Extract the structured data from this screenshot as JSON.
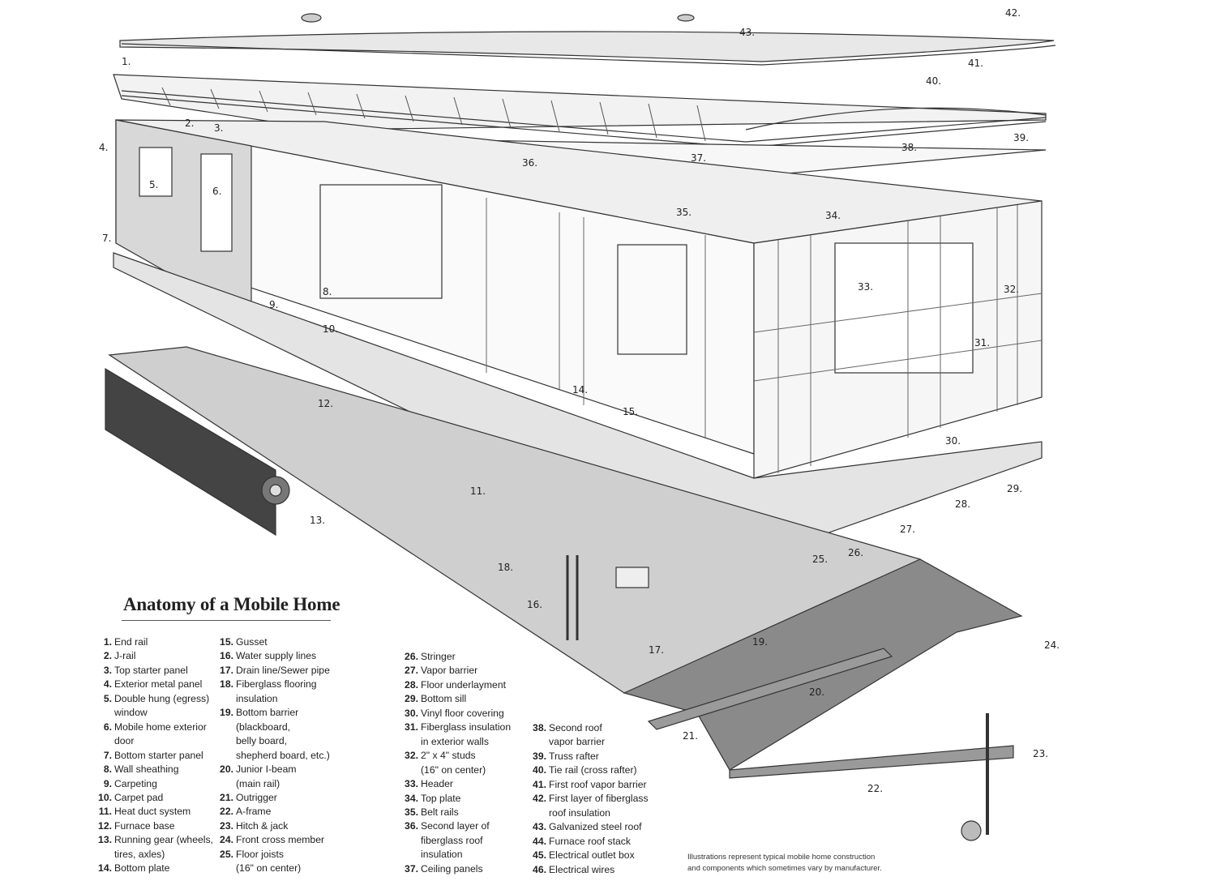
{
  "legend": {
    "title": "Anatomy of a Mobile Home",
    "columns": [
      [
        {
          "n": "1.",
          "t": "End rail"
        },
        {
          "n": "2.",
          "t": "J-rail"
        },
        {
          "n": "3.",
          "t": "Top starter panel"
        },
        {
          "n": "4.",
          "t": "Exterior metal panel"
        },
        {
          "n": "5.",
          "t": "Double hung (egress)\nwindow"
        },
        {
          "n": "6.",
          "t": "Mobile home exterior\ndoor"
        },
        {
          "n": "7.",
          "t": "Bottom starter panel"
        },
        {
          "n": "8.",
          "t": "Wall sheathing"
        },
        {
          "n": "9.",
          "t": "Carpeting"
        },
        {
          "n": "10.",
          "t": "Carpet pad"
        },
        {
          "n": "11.",
          "t": "Heat duct system"
        },
        {
          "n": "12.",
          "t": "Furnace base"
        },
        {
          "n": "13.",
          "t": "Running gear (wheels,\ntires, axles)"
        },
        {
          "n": "14.",
          "t": "Bottom plate"
        }
      ],
      [
        {
          "n": "15.",
          "t": "Gusset"
        },
        {
          "n": "16.",
          "t": "Water supply lines"
        },
        {
          "n": "17.",
          "t": "Drain line/Sewer pipe"
        },
        {
          "n": "18.",
          "t": "Fiberglass flooring\ninsulation"
        },
        {
          "n": "19.",
          "t": "Bottom barrier\n(blackboard,\nbelly board,\nshepherd board, etc.)"
        },
        {
          "n": "20.",
          "t": "Junior I-beam\n(main rail)"
        },
        {
          "n": "21.",
          "t": "Outrigger"
        },
        {
          "n": "22.",
          "t": "A-frame"
        },
        {
          "n": "23.",
          "t": "Hitch & jack"
        },
        {
          "n": "24.",
          "t": "Front cross member"
        },
        {
          "n": "25.",
          "t": "Floor joists\n(16\" on center)"
        }
      ],
      [
        {
          "n": "26.",
          "t": "Stringer"
        },
        {
          "n": "27.",
          "t": "Vapor barrier"
        },
        {
          "n": "28.",
          "t": "Floor underlayment"
        },
        {
          "n": "29.",
          "t": "Bottom sill"
        },
        {
          "n": "30.",
          "t": "Vinyl floor covering"
        },
        {
          "n": "31.",
          "t": "Fiberglass insulation\nin exterior walls"
        },
        {
          "n": "32.",
          "t": "2\" x 4\" studs\n(16\" on center)"
        },
        {
          "n": "33.",
          "t": "Header"
        },
        {
          "n": "34.",
          "t": "Top plate"
        },
        {
          "n": "35.",
          "t": "Belt rails"
        },
        {
          "n": "36.",
          "t": "Second layer of\nfiberglass roof\ninsulation"
        },
        {
          "n": "37.",
          "t": "Ceiling panels"
        }
      ],
      [
        {
          "n": "38.",
          "t": "Second roof\nvapor barrier"
        },
        {
          "n": "39.",
          "t": "Truss rafter"
        },
        {
          "n": "40.",
          "t": "Tie rail (cross rafter)"
        },
        {
          "n": "41.",
          "t": "First roof vapor barrier"
        },
        {
          "n": "42.",
          "t": "First layer of fiberglass\nroof insulation"
        },
        {
          "n": "43.",
          "t": "Galvanized steel roof"
        },
        {
          "n": "44.",
          "t": "Furnace roof stack"
        },
        {
          "n": "45.",
          "t": "Electrical outlet box"
        },
        {
          "n": "46.",
          "t": "Electrical wires"
        }
      ]
    ]
  },
  "note": "Illustrations represent typical mobile home construction\nand components which sometimes vary by manufacturer.",
  "callouts": [
    "1.",
    "2.",
    "3.",
    "4.",
    "5.",
    "6.",
    "7.",
    "8.",
    "9.",
    "10.",
    "11.",
    "12.",
    "13.",
    "14.",
    "15.",
    "16.",
    "17.",
    "18.",
    "19.",
    "20.",
    "21.",
    "22.",
    "23.",
    "24.",
    "25.",
    "26.",
    "27.",
    "28.",
    "29.",
    "30.",
    "31.",
    "32.",
    "33.",
    "34.",
    "35.",
    "36.",
    "37.",
    "38.",
    "39.",
    "40.",
    "41.",
    "42.",
    "43."
  ]
}
